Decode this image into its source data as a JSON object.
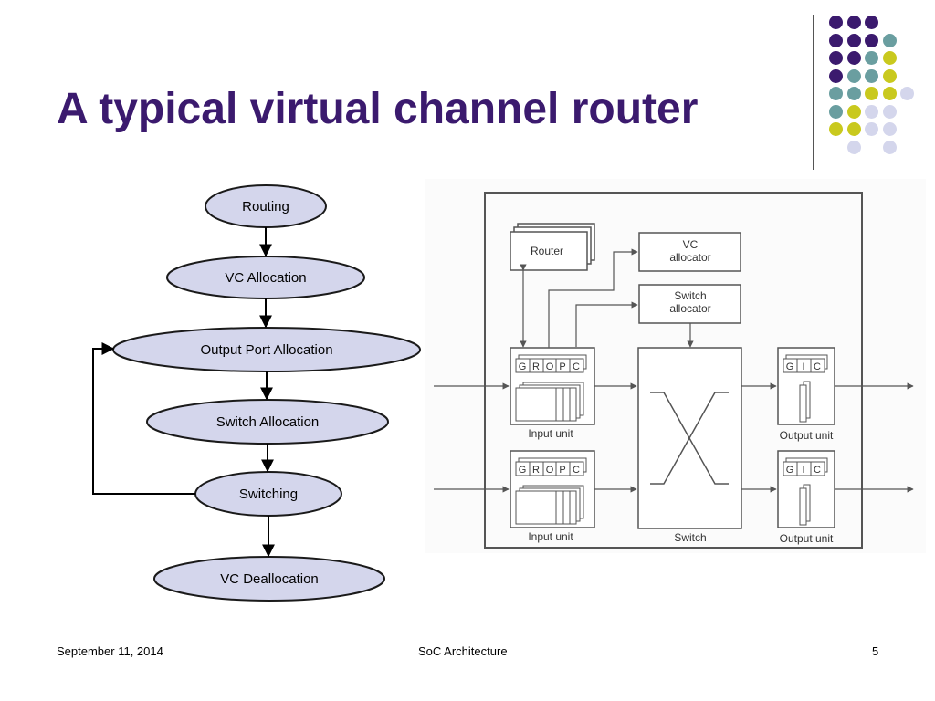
{
  "slide": {
    "title": "A typical virtual channel router",
    "footer_date": "September 11, 2014",
    "footer_course": "SoC Architecture",
    "page_number": "5"
  },
  "colors": {
    "title": "#3b1a6e",
    "node_fill": "#d4d6ec",
    "node_stroke": "#1a1a1a",
    "dot_purple": "#3b1a6e",
    "dot_teal": "#6a9ea0",
    "dot_yellow": "#c9c91e",
    "dot_lavender": "#d4d6ec"
  },
  "flowchart": {
    "nodes": [
      {
        "id": "routing",
        "label": "Routing"
      },
      {
        "id": "vc_alloc",
        "label": "VC Allocation"
      },
      {
        "id": "output_port",
        "label": "Output Port Allocation"
      },
      {
        "id": "switch_alloc",
        "label": "Switch Allocation"
      },
      {
        "id": "switching",
        "label": "Switching"
      },
      {
        "id": "vc_dealloc",
        "label": "VC Deallocation"
      }
    ]
  },
  "router": {
    "router_label": "Router",
    "vc_allocator_line1": "VC",
    "vc_allocator_line2": "allocator",
    "switch_allocator_line1": "Switch",
    "switch_allocator_line2": "allocator",
    "input_unit_label": "Input unit",
    "output_unit_label": "Output unit",
    "switch_label": "Switch",
    "input_state_fields": [
      "G",
      "R",
      "O",
      "P",
      "C"
    ],
    "output_state_fields": [
      "G",
      "I",
      "C"
    ]
  }
}
